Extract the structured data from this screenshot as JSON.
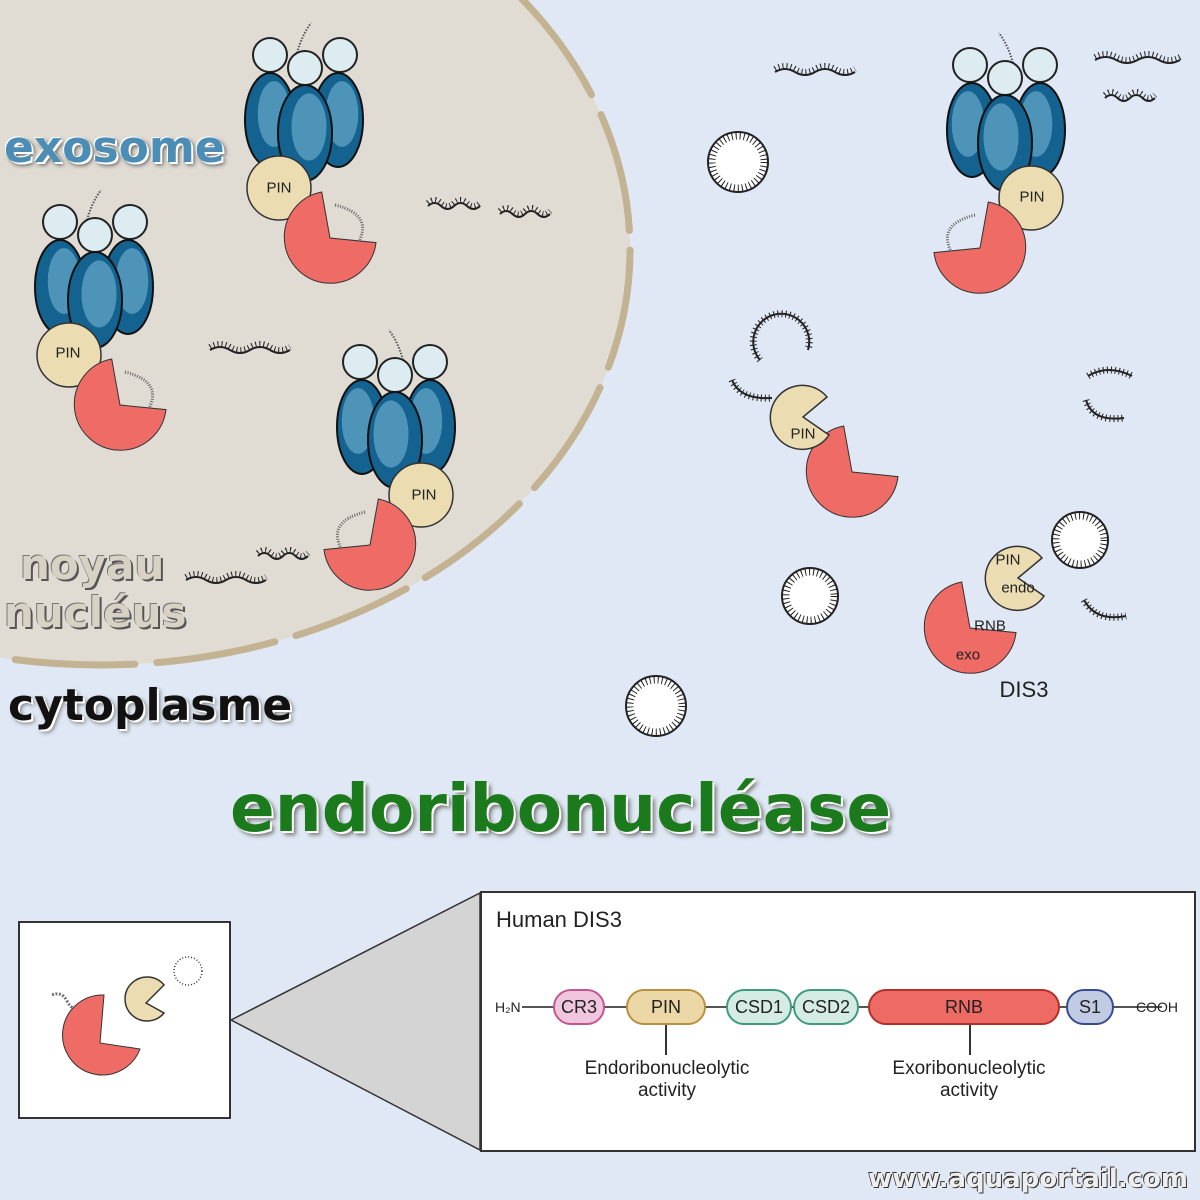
{
  "labels": {
    "exosome": "exosome",
    "noyau": "noyau",
    "nucleus": "nucléus",
    "cytoplasme": "cytoplasme",
    "title": "endoribonucléase",
    "watermark": "www.aquaportail.com"
  },
  "protein": {
    "pin": "PIN",
    "dis3": "DIS3",
    "endo": "endo",
    "rnb": "RNB",
    "exo": "exo"
  },
  "domain_diagram": {
    "title": "Human DIS3",
    "n_term": "H₂N",
    "c_term": "COOH",
    "domains": [
      {
        "label": "CR3",
        "color": "#f0c6de",
        "border": "#c2578f"
      },
      {
        "label": "PIN",
        "color": "#ecd8a6",
        "border": "#b8903e"
      },
      {
        "label": "CSD1",
        "color": "#d4ece4",
        "border": "#3f9a80"
      },
      {
        "label": "CSD2",
        "color": "#d4ece4",
        "border": "#3f9a80"
      },
      {
        "label": "RNB",
        "color": "#ee6a64",
        "border": "#b2302c"
      },
      {
        "label": "S1",
        "color": "#c2cbe4",
        "border": "#394b8e"
      }
    ],
    "annotations": [
      {
        "line1": "Endoribonucleolytic",
        "line2": "activity"
      },
      {
        "line1": "Exoribonucleolytic",
        "line2": "activity"
      }
    ]
  },
  "colors": {
    "background": "#dfe8f4",
    "nucleus": "#e0dcd4",
    "envelope": "#c4b393",
    "blue_dark": "#14628f",
    "blue_light": "#4e93b8",
    "cap": "#dcecf0",
    "pin": "#ecdcb2",
    "rnb": "#ee6b66",
    "title": "#1b7a1b"
  }
}
